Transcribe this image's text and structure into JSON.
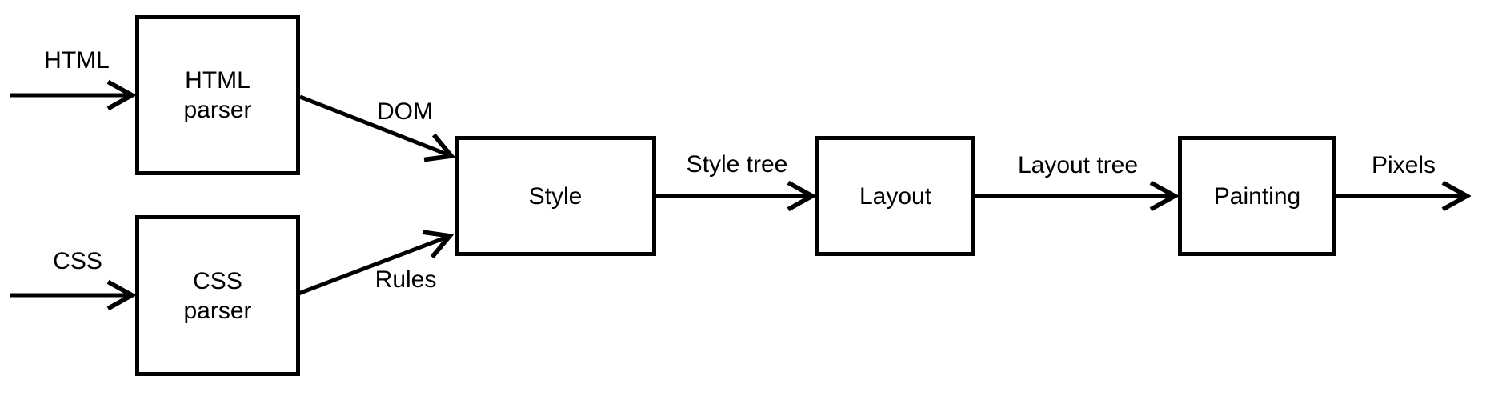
{
  "diagram": {
    "background_color": "#ffffff",
    "stroke_color": "#000000",
    "nodes": [
      {
        "id": "html-parser",
        "label": "HTML\nparser"
      },
      {
        "id": "css-parser",
        "label": "CSS\nparser"
      },
      {
        "id": "style",
        "label": "Style"
      },
      {
        "id": "layout",
        "label": "Layout"
      },
      {
        "id": "painting",
        "label": "Painting"
      }
    ],
    "edges": [
      {
        "id": "html-input",
        "label": "HTML",
        "from": "external",
        "to": "html-parser"
      },
      {
        "id": "css-input",
        "label": "CSS",
        "from": "external",
        "to": "css-parser"
      },
      {
        "id": "dom",
        "label": "DOM",
        "from": "html-parser",
        "to": "style"
      },
      {
        "id": "rules",
        "label": "Rules",
        "from": "css-parser",
        "to": "style"
      },
      {
        "id": "style-tree",
        "label": "Style tree",
        "from": "style",
        "to": "layout"
      },
      {
        "id": "layout-tree",
        "label": "Layout tree",
        "from": "layout",
        "to": "painting"
      },
      {
        "id": "pixels",
        "label": "Pixels",
        "from": "painting",
        "to": "external"
      }
    ]
  }
}
